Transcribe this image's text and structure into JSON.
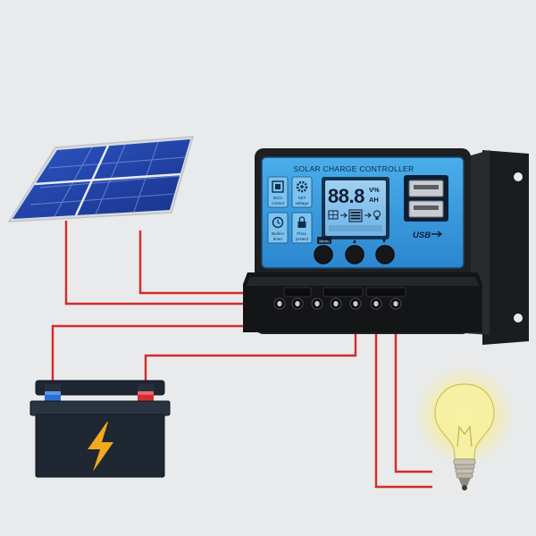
{
  "controller": {
    "title": "SOLAR CHARGE CONTROLLER",
    "display_value": "88.8",
    "unit_top": "V%",
    "unit_bottom": "AH",
    "usb_label": "USB",
    "features": {
      "mcu": [
        "MCU",
        "control"
      ],
      "set": [
        "SET",
        "voltage"
      ],
      "timer": [
        "Built-in",
        "timer"
      ],
      "protect": [
        "FULL",
        "protect"
      ]
    },
    "button_labels": [
      "Menu",
      "▲",
      "▼"
    ]
  },
  "colors": {
    "wire": "#d42a2a",
    "panel_face": "#3a9de0",
    "housing": "#1e1f21",
    "battery_bolt": "#f3a91b",
    "bulb_glow": "#f6ec7a"
  }
}
